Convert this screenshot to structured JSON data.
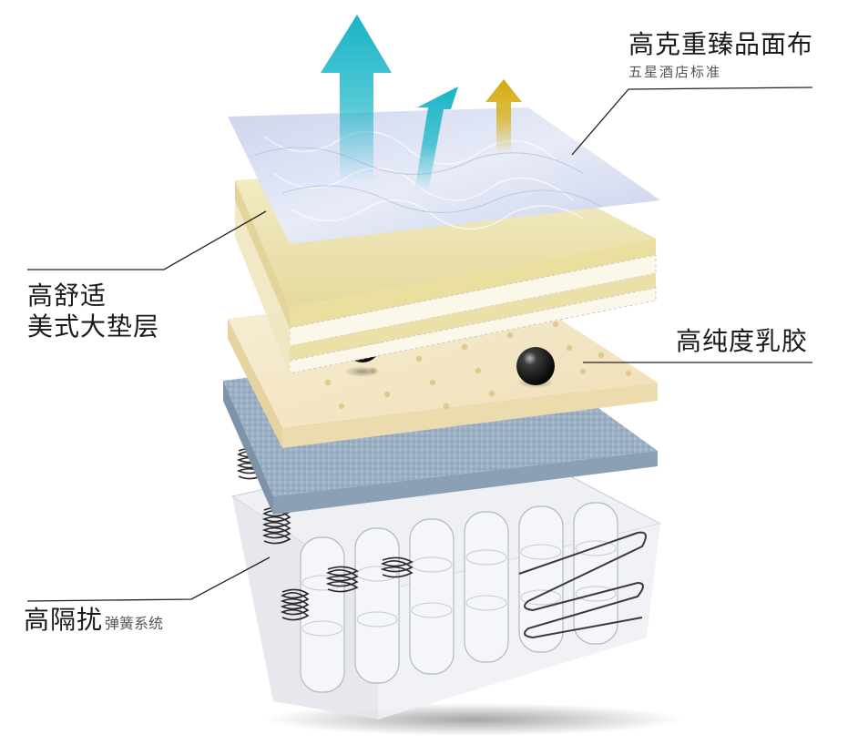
{
  "labels": {
    "fabric": {
      "title": "高克重臻品面布",
      "subtitle": "五星酒店标准"
    },
    "comfort": {
      "line1": "高舒适",
      "line2": "美式大垫层"
    },
    "latex": {
      "title": "高纯度乳胶"
    },
    "spring": {
      "title": "高隔扰",
      "subtitle": "弹簧系统"
    }
  },
  "colors": {
    "arrow_primary": "#1fb7c9",
    "arrow_accent": "#d8b11a",
    "fabric": "#dfe4f4",
    "comfort_layer": "#efe7b5",
    "latex": "#f3e6c4",
    "felt": "#9fb3c6",
    "leader_line": "#222222"
  }
}
